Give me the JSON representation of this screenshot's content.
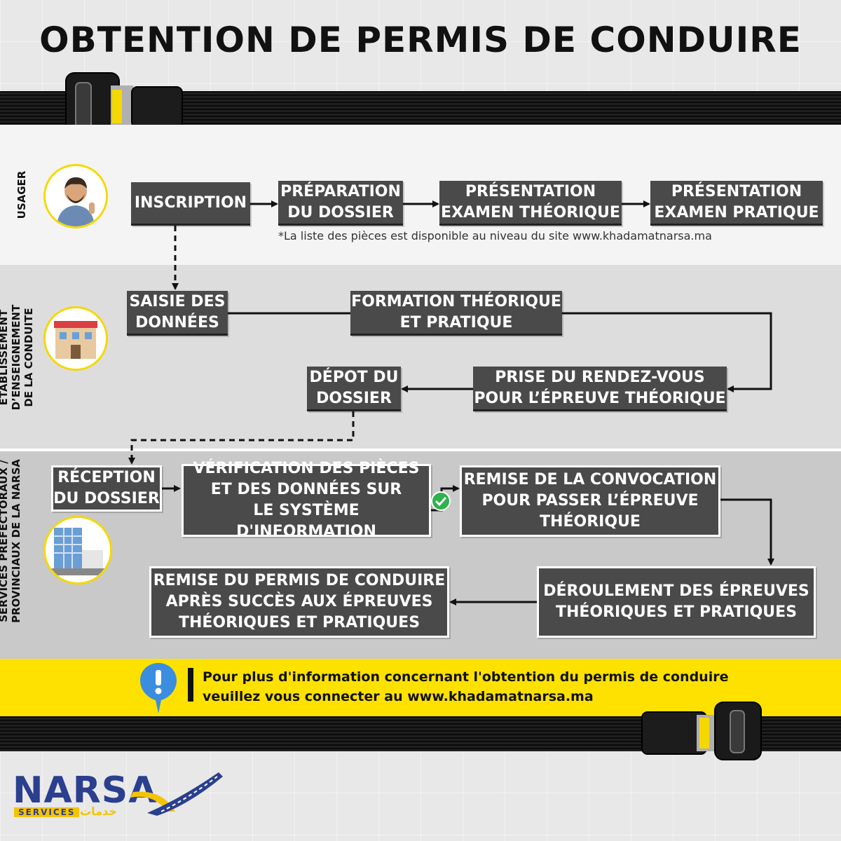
{
  "title": "OBTENTION DE PERMIS DE CONDUIRE",
  "lanes": {
    "usager": "USAGER",
    "ecole": "ÉTABLISSEMENT D’ENSEIGNEMENT\nDE LA CONDUITE",
    "narsa": "SERVICES PRÉFECTORAUX /\nPROVINCIAUX DE LA NARSA"
  },
  "steps": {
    "inscription": "INSCRIPTION",
    "preparation": "PRÉPARATION\nDU DOSSIER",
    "exam_theorique": "PRÉSENTATION\nEXAMEN THÉORIQUE",
    "exam_pratique": "PRÉSENTATION\nEXAMEN PRATIQUE",
    "saisie": "SAISIE DES\nDONNÉES",
    "formation": "FORMATION THÉORIQUE\nET PRATIQUE",
    "rdv": "PRISE DU RENDEZ-VOUS\nPOUR L’ÉPREUVE THÉORIQUE",
    "depot": "DÉPOT DU\nDOSSIER",
    "reception": "RÉCEPTION\nDU DOSSIER",
    "verification": "VÉRIFICATION DES PIÈCES\nET DES DONNÉES SUR\nLE SYSTÈME D'INFORMATION",
    "convocation": "REMISE DE LA CONVOCATION\nPOUR PASSER L’ÉPREUVE\nTHÉORIQUE",
    "deroulement": "DÉROULEMENT DES ÉPREUVES\nTHÉORIQUES ET PRATIQUES",
    "remise_permis": "REMISE DU PERMIS DE CONDUIRE\nAPRÈS SUCCÈS AUX ÉPREUVES\nTHÉORIQUES ET PRATIQUES"
  },
  "note": "*La liste des pièces est disponible au niveau du site www.khadamatnarsa.ma",
  "info": {
    "line1": "Pour plus d'information concernant l'obtention du permis de conduire",
    "line2": "veuillez vous connecter au www.khadamatnarsa.ma"
  },
  "logo": {
    "name": "NARSA",
    "services": "SERVICES",
    "arabic": "خدمات"
  },
  "colors": {
    "box": "#4a4a4a",
    "accent_yellow": "#f5d800",
    "brand_blue": "#2b3f8f"
  }
}
